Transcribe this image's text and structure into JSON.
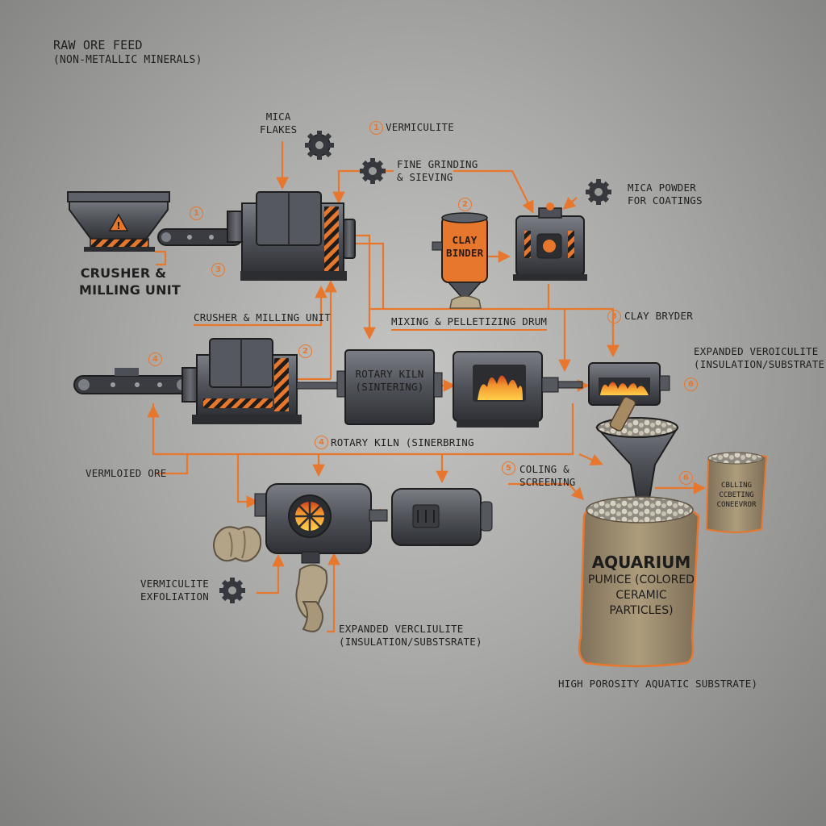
{
  "title": {
    "line1": "RAW ORE FEED",
    "line2": "(NON-METALLIC MINERALS)"
  },
  "labels": {
    "mica_flakes_1": "MICA",
    "mica_flakes_2": "FLAKES",
    "vermiculite": "VERMICULITE",
    "fine_grinding_1": "FINE GRINDING",
    "fine_grinding_2": "& SIEVING",
    "mica_powder_1": "MICA POWDER",
    "mica_powder_2": "FOR COATINGS",
    "clay_binder_1": "CLAY",
    "clay_binder_2": "BINDER",
    "crusher_big_1": "CRUSHER &",
    "crusher_big_2": "MILLING UNIT",
    "crusher_small": "CRUSHER & MILLING UNIT",
    "mixing_drum": "MIXING & PELLETIZING DRUM",
    "clay_bryder": "CLAY BRYDER",
    "expanded_veroiculite_1": "EXPANDED VEROICULITE",
    "expanded_veroiculite_2": "(INSULATION/SUBSTRATE)",
    "rotary_kiln_box_1": "ROTARY KILN",
    "rotary_kiln_box_2": "(SINTERING)",
    "rotary_kiln_sinering": "ROTARY KILN (SINERBRING",
    "vermloied_ore": "VERMLOIED ORE",
    "coling_1": "COLING &",
    "coling_2": "SCREENING",
    "vermiculite_exfoliation_1": "VERMICULITE",
    "vermiculite_exfoliation_2": "EXFOLIATION",
    "expanded_vercliulite_1": "EXPANDED VERCLIULITE",
    "expanded_vercliulite_2": "(INSULATION/SUBSTSRATE)",
    "cblling_1": "CBLLING",
    "cblling_2": "CCBETING",
    "cblling_3": "CONEEVROR",
    "aquarium_1": "AQUARIUM",
    "aquarium_2": "PUMICE (COLORED",
    "aquarium_3": "CERAMIC PARTICLES)",
    "high_porosity": "HIGH POROSITY AQUATIC SUBSTRATE)"
  },
  "step_numbers": {
    "n_vermiculite": "1",
    "n_hopper": "1",
    "n_crusher_bottom": "3",
    "n_clay": "2",
    "n_clay_bryder": "3",
    "n_lower_left": "4",
    "n_lower_mid": "2",
    "n_kiln_sinering": "4",
    "n_coling": "5",
    "n_expanded_right": "6",
    "n_bag_arrow": "6"
  },
  "colors": {
    "accent": "#e8772e",
    "machine": "#4c4f55",
    "machine_dark": "#2b2d31",
    "fire": "#f2962f",
    "bag": "#9f8e6f"
  }
}
